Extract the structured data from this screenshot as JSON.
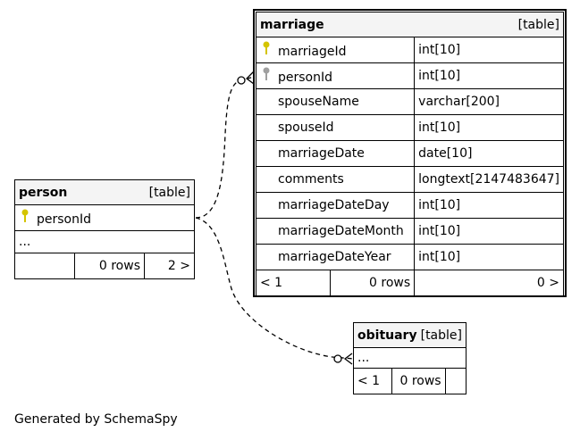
{
  "marriage": {
    "name": "marriage",
    "kind": "[table]",
    "columns": [
      {
        "name": "marriageId",
        "type": "int[10]",
        "key": "primary"
      },
      {
        "name": "personId",
        "type": "int[10]",
        "key": "foreign"
      },
      {
        "name": "spouseName",
        "type": "varchar[200]",
        "key": ""
      },
      {
        "name": "spouseId",
        "type": "int[10]",
        "key": ""
      },
      {
        "name": "marriageDate",
        "type": "date[10]",
        "key": ""
      },
      {
        "name": "comments",
        "type": "longtext[2147483647]",
        "key": ""
      },
      {
        "name": "marriageDateDay",
        "type": "int[10]",
        "key": ""
      },
      {
        "name": "marriageDateMonth",
        "type": "int[10]",
        "key": ""
      },
      {
        "name": "marriageDateYear",
        "type": "int[10]",
        "key": ""
      }
    ],
    "footer": {
      "parents": "< 1",
      "rows": "0 rows",
      "children": "0 >"
    }
  },
  "person": {
    "name": "person",
    "kind": "[table]",
    "key_column": "personId",
    "more": "...",
    "footer": {
      "parents": "",
      "rows": "0 rows",
      "children": "2 >"
    }
  },
  "obituary": {
    "name": "obituary",
    "kind": "[table]",
    "more": "...",
    "footer": {
      "parents": "< 1",
      "rows": "0 rows",
      "children": ""
    }
  },
  "icons": {
    "primary_key": "gold-key-icon",
    "foreign_key": "gray-key-icon",
    "primary_color": "#d4c400",
    "foreign_color": "#a0a0a0"
  },
  "footer_text": "Generated by SchemaSpy"
}
